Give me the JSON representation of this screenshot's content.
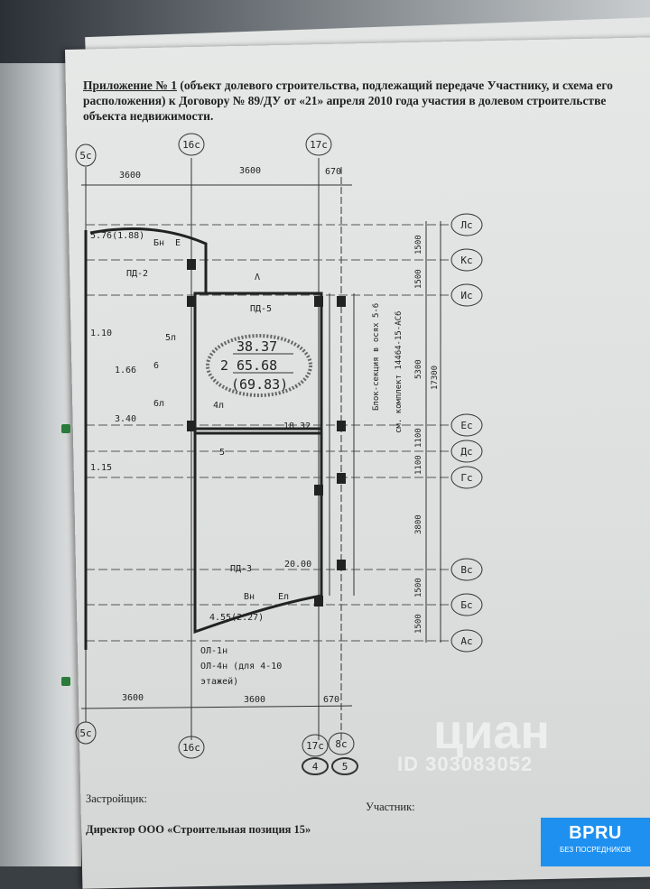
{
  "document": {
    "heading": {
      "prefix": "Приложение № 1",
      "text": " (объект долевого строительства, подлежащий передаче Участнику, и схема его расположения) к Договору № 89/ДУ от «21» апреля 2010 года участия в долевом строительстве объекта недвижимости."
    },
    "plan": {
      "axes_vertical": [
        "5с",
        "16с",
        "17с",
        "8с"
      ],
      "axes_horizontal": [
        "Лс",
        "Кс",
        "Ис",
        "Ес",
        "Дс",
        "Гс",
        "Вс",
        "Бс",
        "Ас"
      ],
      "dims_top": [
        "3600",
        "3600",
        "670"
      ],
      "dims_bottom": [
        "3600",
        "3600",
        "670"
      ],
      "dims_right": [
        "1500",
        "1500",
        "5300",
        "1100",
        "1100",
        "3800",
        "1500",
        "1500",
        "17300"
      ],
      "section_numbers": [
        "4",
        "5"
      ],
      "apartment": {
        "rooms": "2",
        "living": "38.37",
        "total": "65.68",
        "total_with_balcony": "(69.83)"
      },
      "labels": {
        "balcony_top_area": "5.76(1.88)",
        "bn_top": "Бн",
        "e_top": "Е",
        "pd2": "ПД-2",
        "pd5": "ПД-5",
        "pd3": "ПД-3",
        "lambda": "Λ",
        "a110": "1.10",
        "a166": "1.66",
        "a340": "3.40",
        "a1832": "18.32",
        "a115": "1.15",
        "a2000": "20.00",
        "m5l": "5л",
        "m6": "6",
        "m6l": "6л",
        "m4l": "4л",
        "m5": "5",
        "vn": "Вн",
        "el": "Ел",
        "balcony_bottom_area": "4.55(2.27)",
        "block_section": "Блок-секция в осях 5-6",
        "kit": "см. комплект 14464-15-АС6",
        "ol1": "ОЛ-1н",
        "ol4": "ОЛ-4н (для 4-10",
        "ol4b": "этажей)"
      }
    },
    "signatures": {
      "developer": "Застройщик:",
      "participant": "Участник:",
      "director": "Директор ООО «Строительная позиция 15»"
    }
  },
  "watermark": {
    "name": "циан",
    "id": "ID 303083052"
  },
  "badge": {
    "brand": "BPRU",
    "sub": "БЕЗ ПОСРЕДНИКОВ",
    "color": "#1e90f0"
  }
}
